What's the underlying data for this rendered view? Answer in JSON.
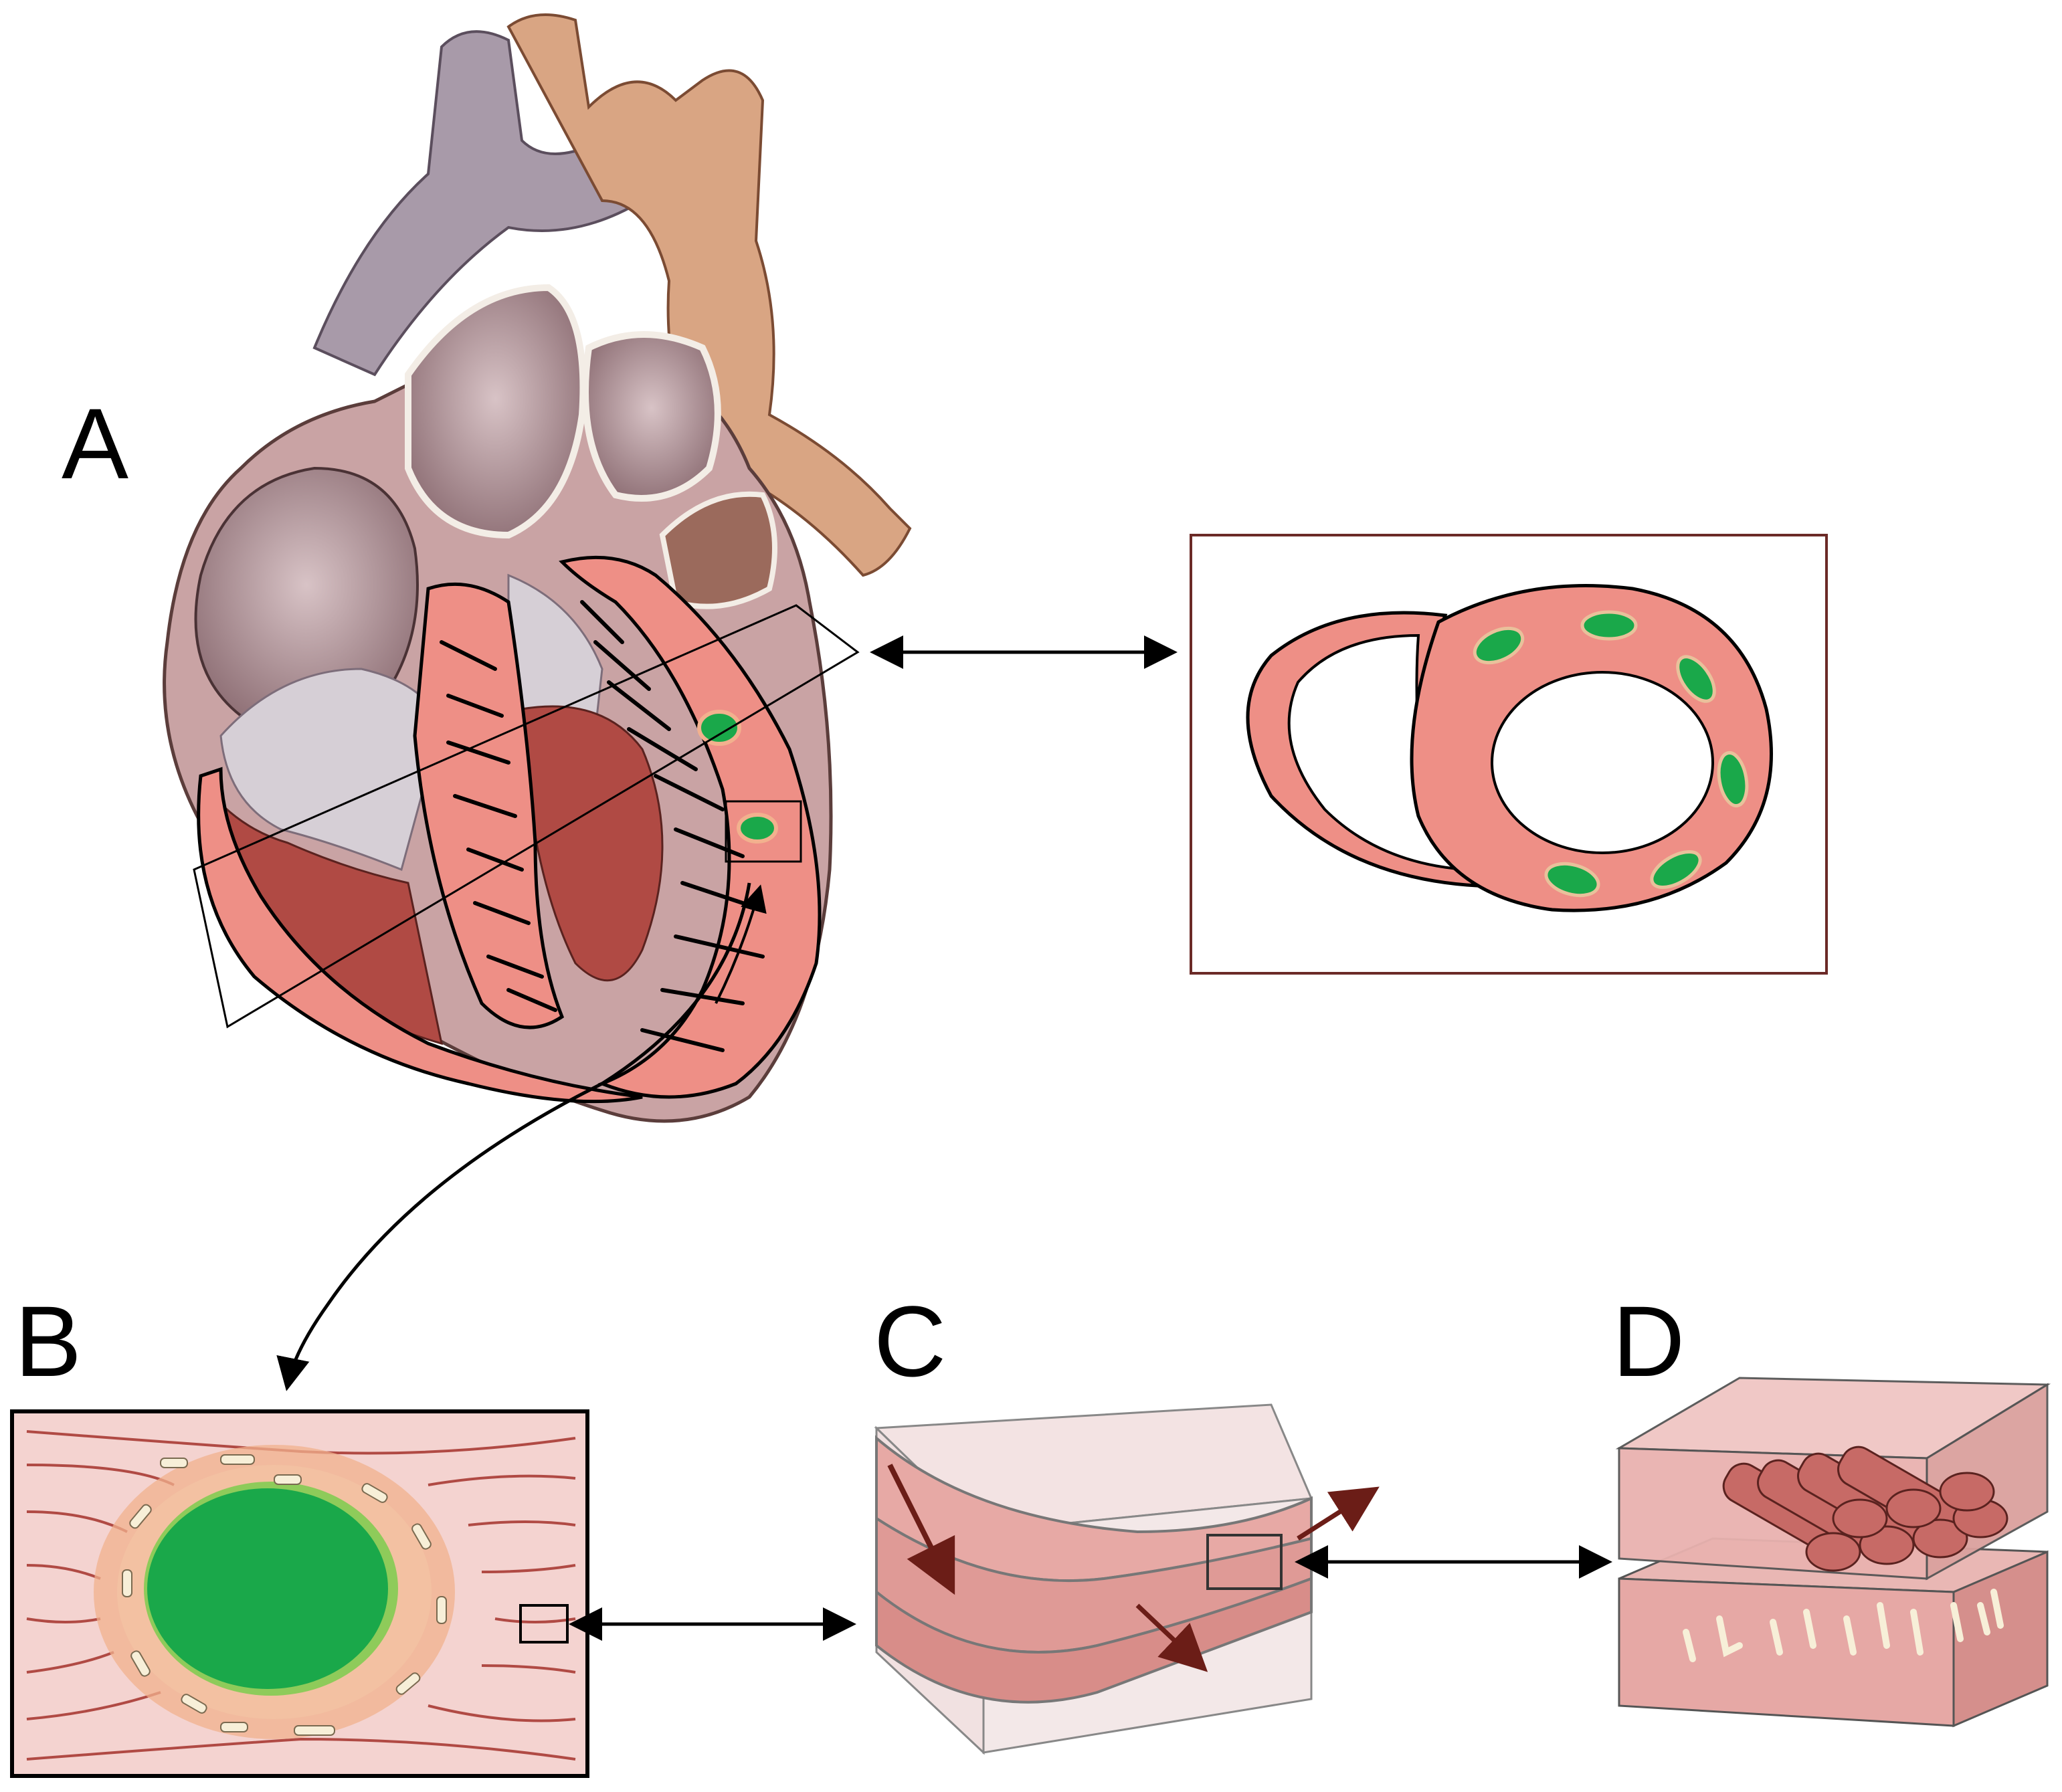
{
  "labels": {
    "a": "A",
    "b": "B",
    "c": "C",
    "d": "D"
  },
  "colors": {
    "myocardium": "#ee8f86",
    "myocardium_dark": "#b04a44",
    "scar": "#1aa84a",
    "border_zone": "#f2b18e",
    "tissue_bg": "#f4d3d0",
    "block_side": "#e9c9c6",
    "vessel": "#a79aa8",
    "aorta": "#d9a583",
    "arrow": "#000000",
    "fiber_arrow": "#6b1d17",
    "inset_frame": "#6b2a27"
  }
}
